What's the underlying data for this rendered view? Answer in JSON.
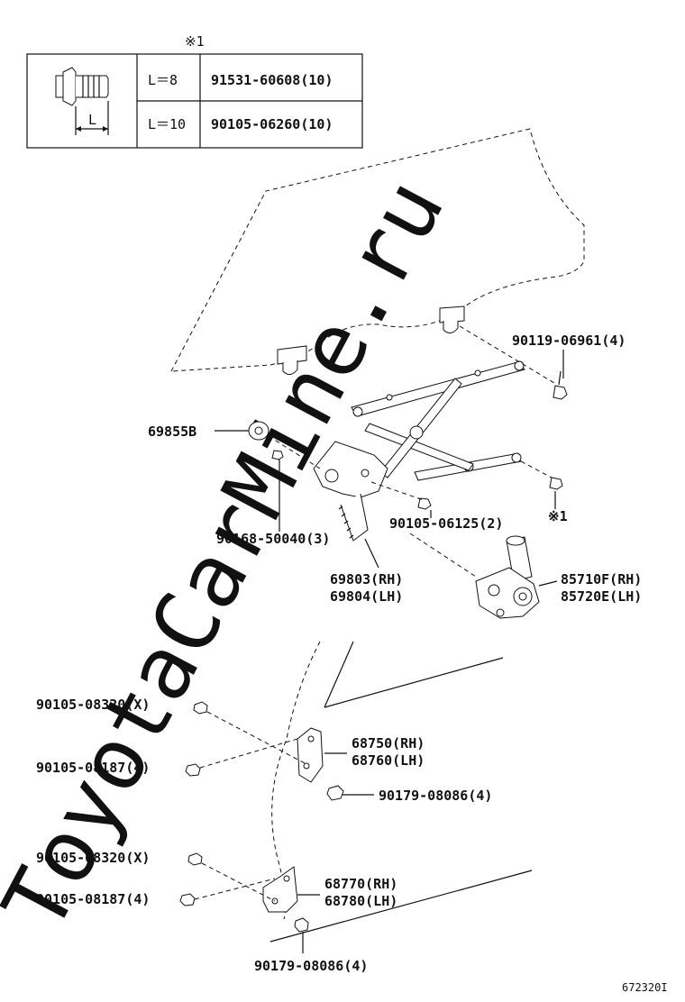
{
  "watermark": "ToyotaCarMine.ru",
  "table": {
    "note_mark": "※1",
    "rows": [
      {
        "length": "L＝8",
        "part": "91531-60608(10)"
      },
      {
        "length": "L＝10",
        "part": "90105-06260(10)"
      }
    ],
    "dimension_label": "L"
  },
  "labels": {
    "p69855": "69855B",
    "p90119": "90119-06961(4)",
    "note_ref": "※1",
    "p90168": "90168-50040(3)",
    "p90105_06125": "90105-06125(2)",
    "p69803": "69803(RH)",
    "p69804": "69804(LH)",
    "p85710": "85710F(RH)",
    "p85720": "85720E(LH)",
    "p90105_08320_a": "90105-08320(X)",
    "p90105_08187_a": "90105-08187(4)",
    "p68750": "68750(RH)",
    "p68760": "68760(LH)",
    "p90179_a": "90179-08086(4)",
    "p90105_08320_b": "90105-08320(X)",
    "p90105_08187_b": "90105-08187(4)",
    "p68770": "68770(RH)",
    "p68780": "68780(LH)",
    "p90179_b": "90179-08086(4)"
  },
  "diagram_id": "672320I"
}
